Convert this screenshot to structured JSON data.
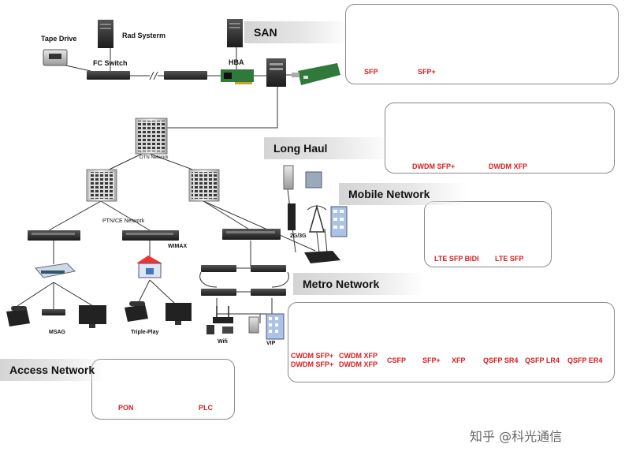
{
  "labels": {
    "tape_drive": "Tape Drive",
    "rad_system": "Rad Systerm",
    "fc_switch": "FC Switch",
    "hba": "HBA",
    "otn_network": "OTN Network",
    "ptn_ce_network": "PTN/CE Network",
    "wimax": "WIMAX",
    "msag": "MSAG",
    "triple_play": "Triple-Play",
    "wifi": "Wifi",
    "vip": "VIP",
    "g2g3": "2G/3G"
  },
  "sections": {
    "san": "SAN",
    "long_haul": "Long Haul",
    "mobile_network": "Mobile Network",
    "metro_network": "Metro Network",
    "access_network": "Access Network"
  },
  "modules": {
    "san": [
      "SFP",
      "SFP+"
    ],
    "long_haul": [
      "DWDM SFP+",
      "DWDM XFP"
    ],
    "mobile": [
      "LTE SFP BIDI",
      "LTE SFP"
    ],
    "metro": [
      {
        "line1": "CWDM SFP+",
        "line2": "DWDM SFP+"
      },
      {
        "line1": "CWDM XFP",
        "line2": "DWDM XFP"
      },
      {
        "line1": "CSFP",
        "line2": ""
      },
      {
        "line1": "SFP+",
        "line2": ""
      },
      {
        "line1": "XFP",
        "line2": ""
      },
      {
        "line1": "QSFP SR4",
        "line2": ""
      },
      {
        "line1": "QSFP LR4",
        "line2": ""
      },
      {
        "line1": "QSFP ER4",
        "line2": ""
      }
    ],
    "access": [
      "PON",
      "PLC"
    ]
  },
  "watermark": "知乎 @科光通信",
  "colors": {
    "label_red": "#d81e1e",
    "panel_border": "#8a8a8a",
    "section_gray": "#d4d4d4"
  }
}
